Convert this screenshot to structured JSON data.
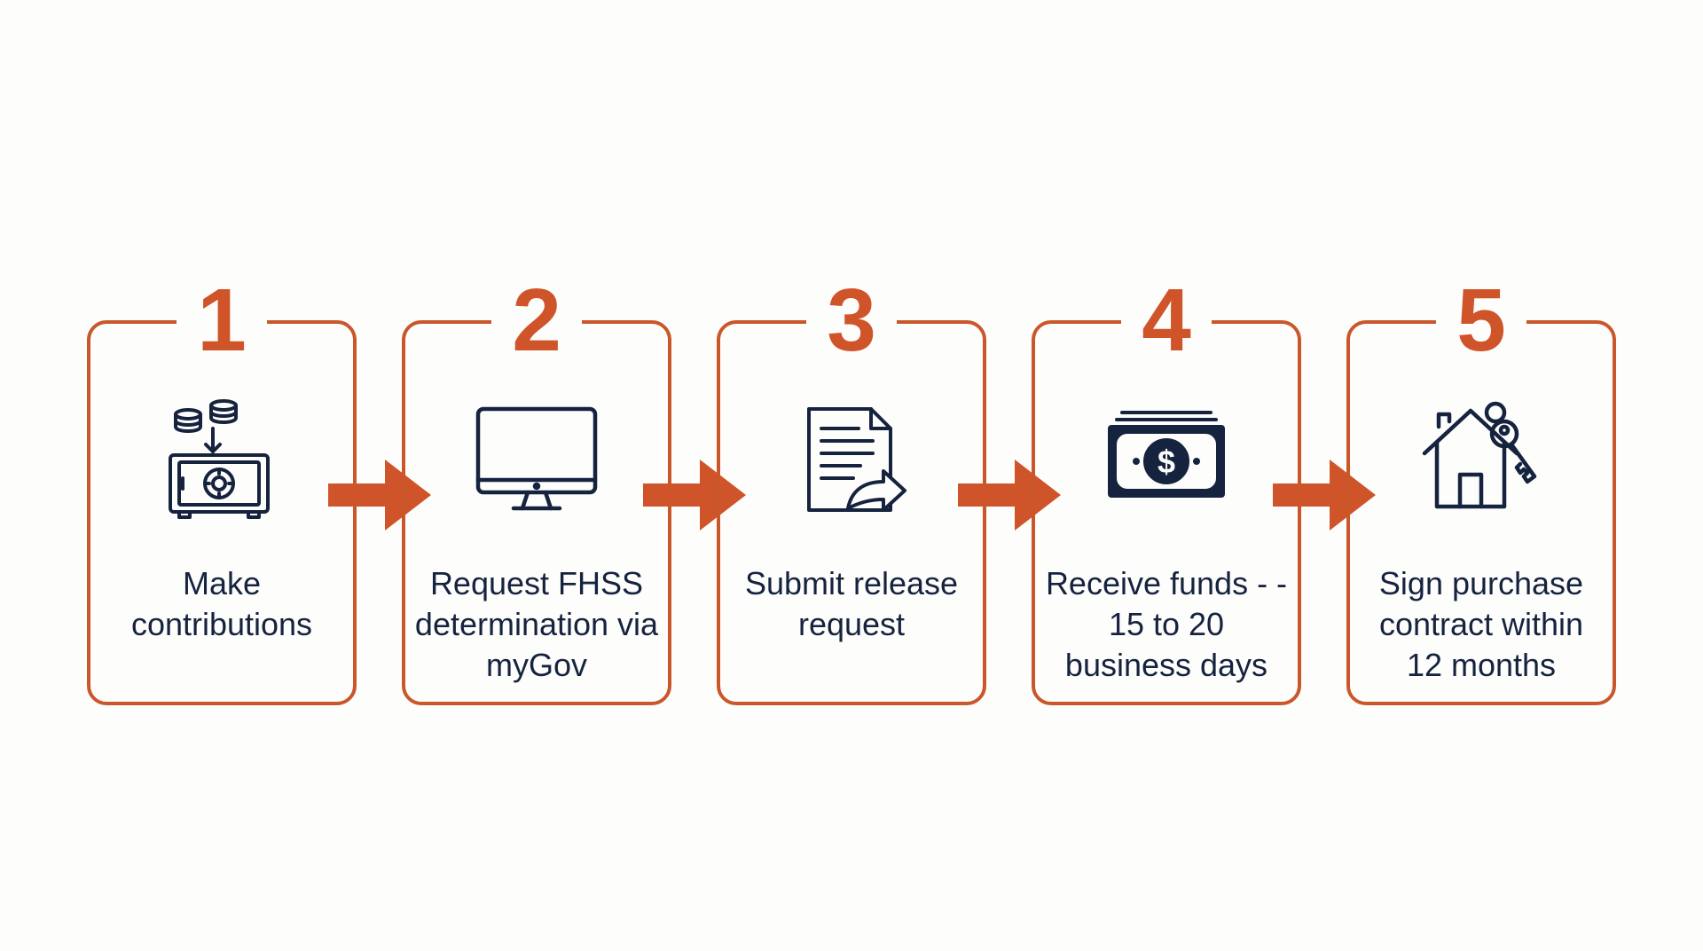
{
  "colors": {
    "accent": "#d0542a",
    "border": "#c9572a",
    "icon": "#16233f",
    "text": "#16233f",
    "background": "#fdfdfc"
  },
  "steps": [
    {
      "number": "1",
      "label": "Make contributions",
      "icon": "safe-with-coins-icon"
    },
    {
      "number": "2",
      "label": "Request FHSS determination via myGov",
      "icon": "computer-monitor-icon"
    },
    {
      "number": "3",
      "label": "Submit release request",
      "icon": "document-send-icon"
    },
    {
      "number": "4",
      "label": "Receive funds - - 15 to 20 business days",
      "icon": "banknote-icon"
    },
    {
      "number": "5",
      "label": "Sign purchase contract within 12 months",
      "icon": "house-key-icon"
    }
  ],
  "connectors": [
    {
      "icon": "arrow-right-icon"
    },
    {
      "icon": "arrow-right-icon"
    },
    {
      "icon": "arrow-right-icon"
    },
    {
      "icon": "arrow-right-icon"
    }
  ]
}
